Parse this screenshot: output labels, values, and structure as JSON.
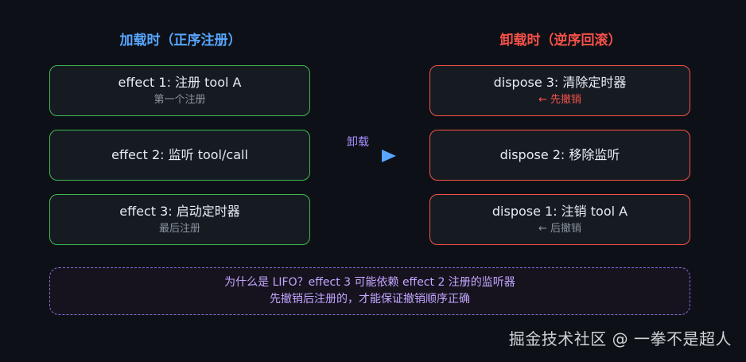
{
  "left_title": "加载时（正序注册）",
  "right_title": "卸载时（逆序回滚）",
  "left_boxes": [
    {
      "main": "effect 1: 注册 tool A",
      "sub": "第一个注册"
    },
    {
      "main": "effect 2: 监听 tool/call",
      "sub": ""
    },
    {
      "main": "effect 3: 启动定时器",
      "sub": "最后注册"
    }
  ],
  "right_boxes": [
    {
      "main": "dispose 3: 清除定时器",
      "sub": "← 先撤销"
    },
    {
      "main": "dispose 2: 移除监听",
      "sub": ""
    },
    {
      "main": "dispose 1: 注销 tool A",
      "sub": "← 后撤销"
    }
  ],
  "arrow_label": "卸载",
  "note": {
    "line1": "为什么是 LIFO？effect 3 可能依赖 effect 2 注册的监听器",
    "line2": "先撤销后注册的，才能保证撤销顺序正确"
  },
  "watermark": "掘金技术社区 @ 一拳不是超人",
  "colors": {
    "background": "#0d1117",
    "box_fill": "#161b22",
    "left_accent": "#58a6ff",
    "right_accent": "#f85149",
    "green_border": "#3fb950",
    "note_border": "#8b6cd9",
    "arrow_start": "#a78bfa",
    "arrow_end": "#58a6ff"
  }
}
